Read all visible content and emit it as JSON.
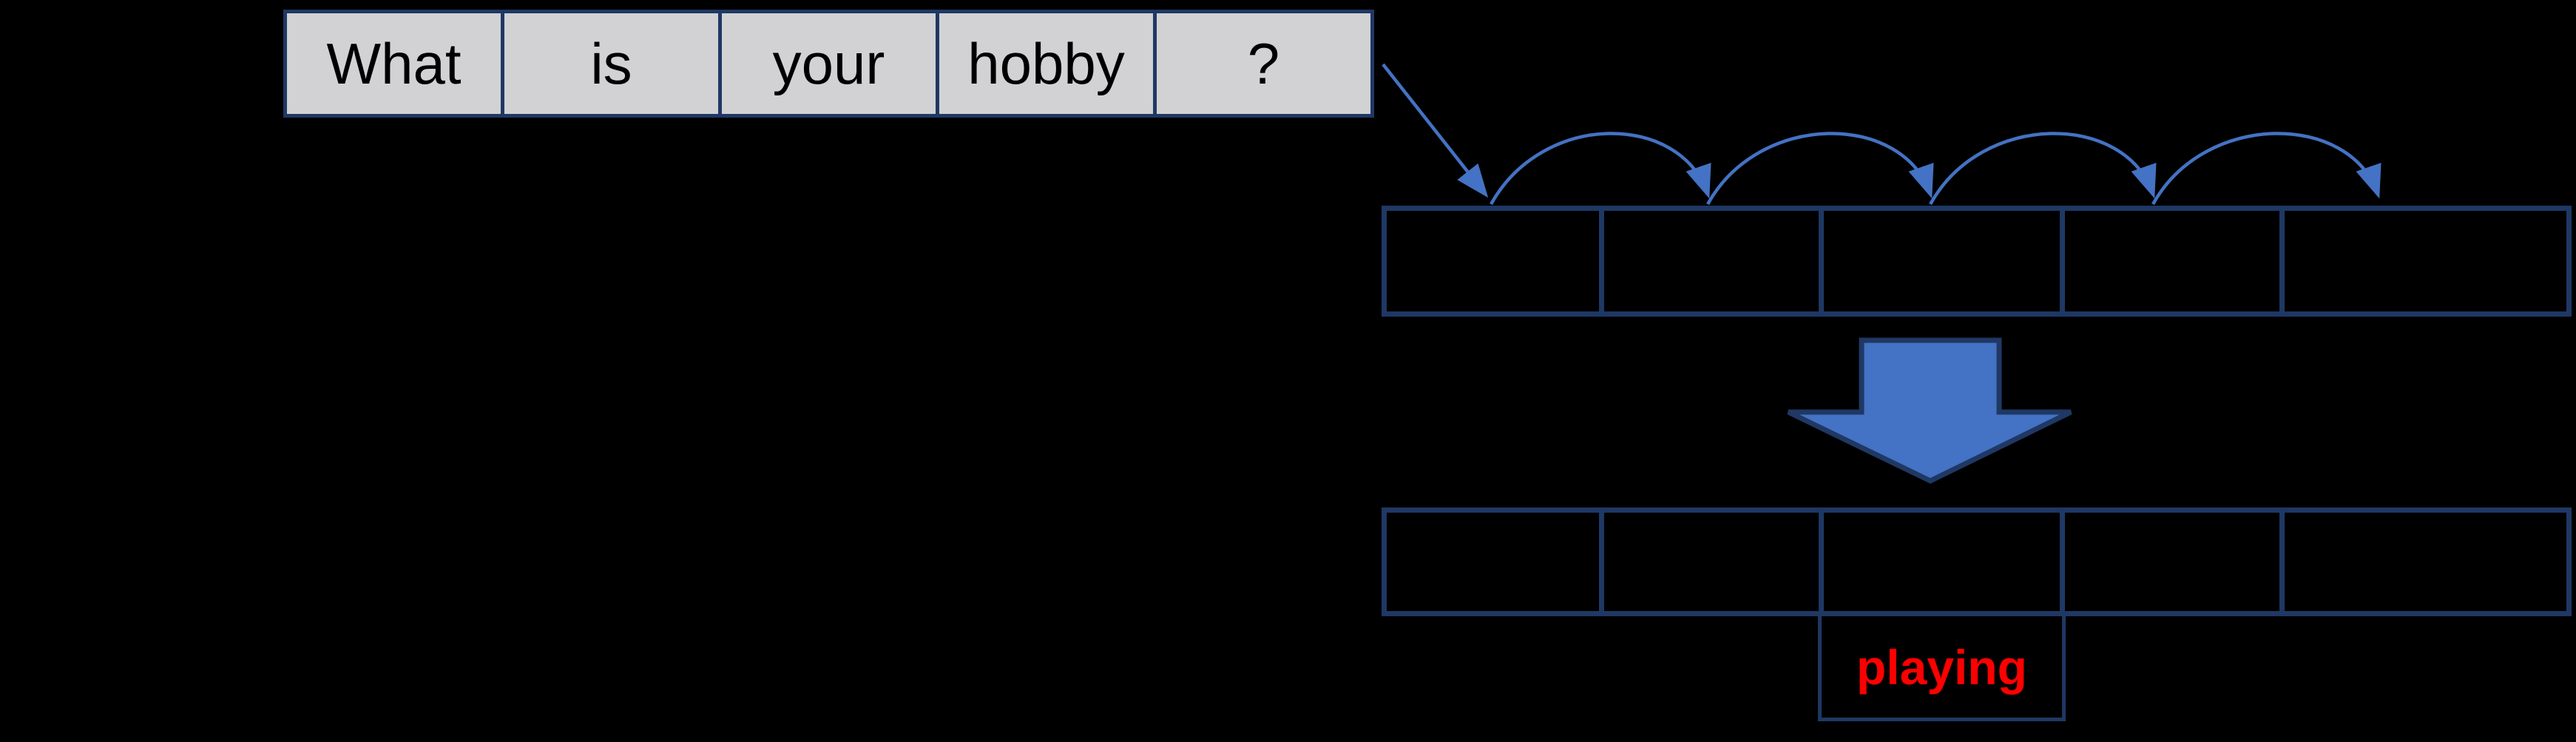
{
  "input_sentence": {
    "tokens": [
      "What",
      "is",
      "your",
      "hobby",
      "?"
    ]
  },
  "encoding_row": {
    "cell_count": 5
  },
  "output_row": {
    "cell_count": 5
  },
  "prediction": {
    "label": "playing"
  },
  "arrows": {
    "input_arrow_count": 1,
    "hop_arc_count": 4,
    "block_arrow_direction": "down"
  },
  "colors": {
    "background": "#000000",
    "border_navy": "#1F3864",
    "token_fill": "#D2D2D4",
    "arrow_blue": "#4472C4",
    "prediction_red": "#FF0000",
    "token_text": "#000000"
  }
}
